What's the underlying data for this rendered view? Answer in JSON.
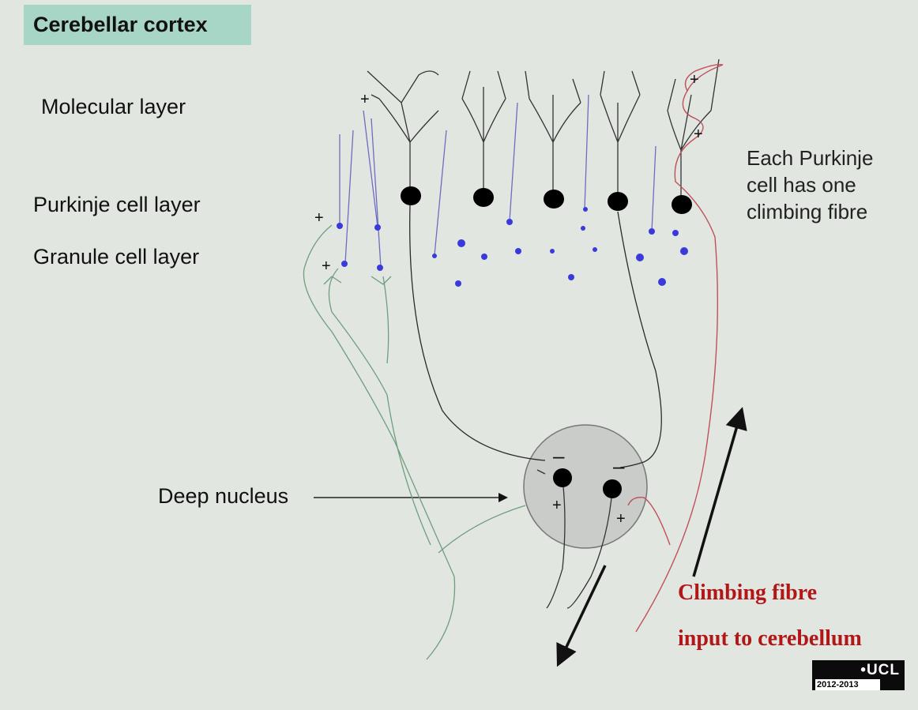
{
  "title": "Cerebellar cortex",
  "labels": {
    "molecular": "Molecular layer",
    "purkinje": "Purkinje cell layer",
    "granule": "Granule cell layer",
    "deep_nucleus": "Deep nucleus"
  },
  "note": {
    "line1": "Each Purkinje",
    "line2": "cell has one",
    "line3": "climbing fibre"
  },
  "caption": {
    "line1": "Climbing fibre",
    "line2": "input to cerebellum"
  },
  "logo": {
    "mark": "•UCL",
    "years": "2012-2013"
  },
  "signs": {
    "plus": "+",
    "minus": "–"
  },
  "colors": {
    "title_bg": "#a7d6c6",
    "climbing_fibre": "#c0505a",
    "caption": "#b21616",
    "granule_dot": "#3a3adc",
    "mossy_fibre": "#6f9e7e",
    "parallel_fibre": "#6d6dc0"
  }
}
